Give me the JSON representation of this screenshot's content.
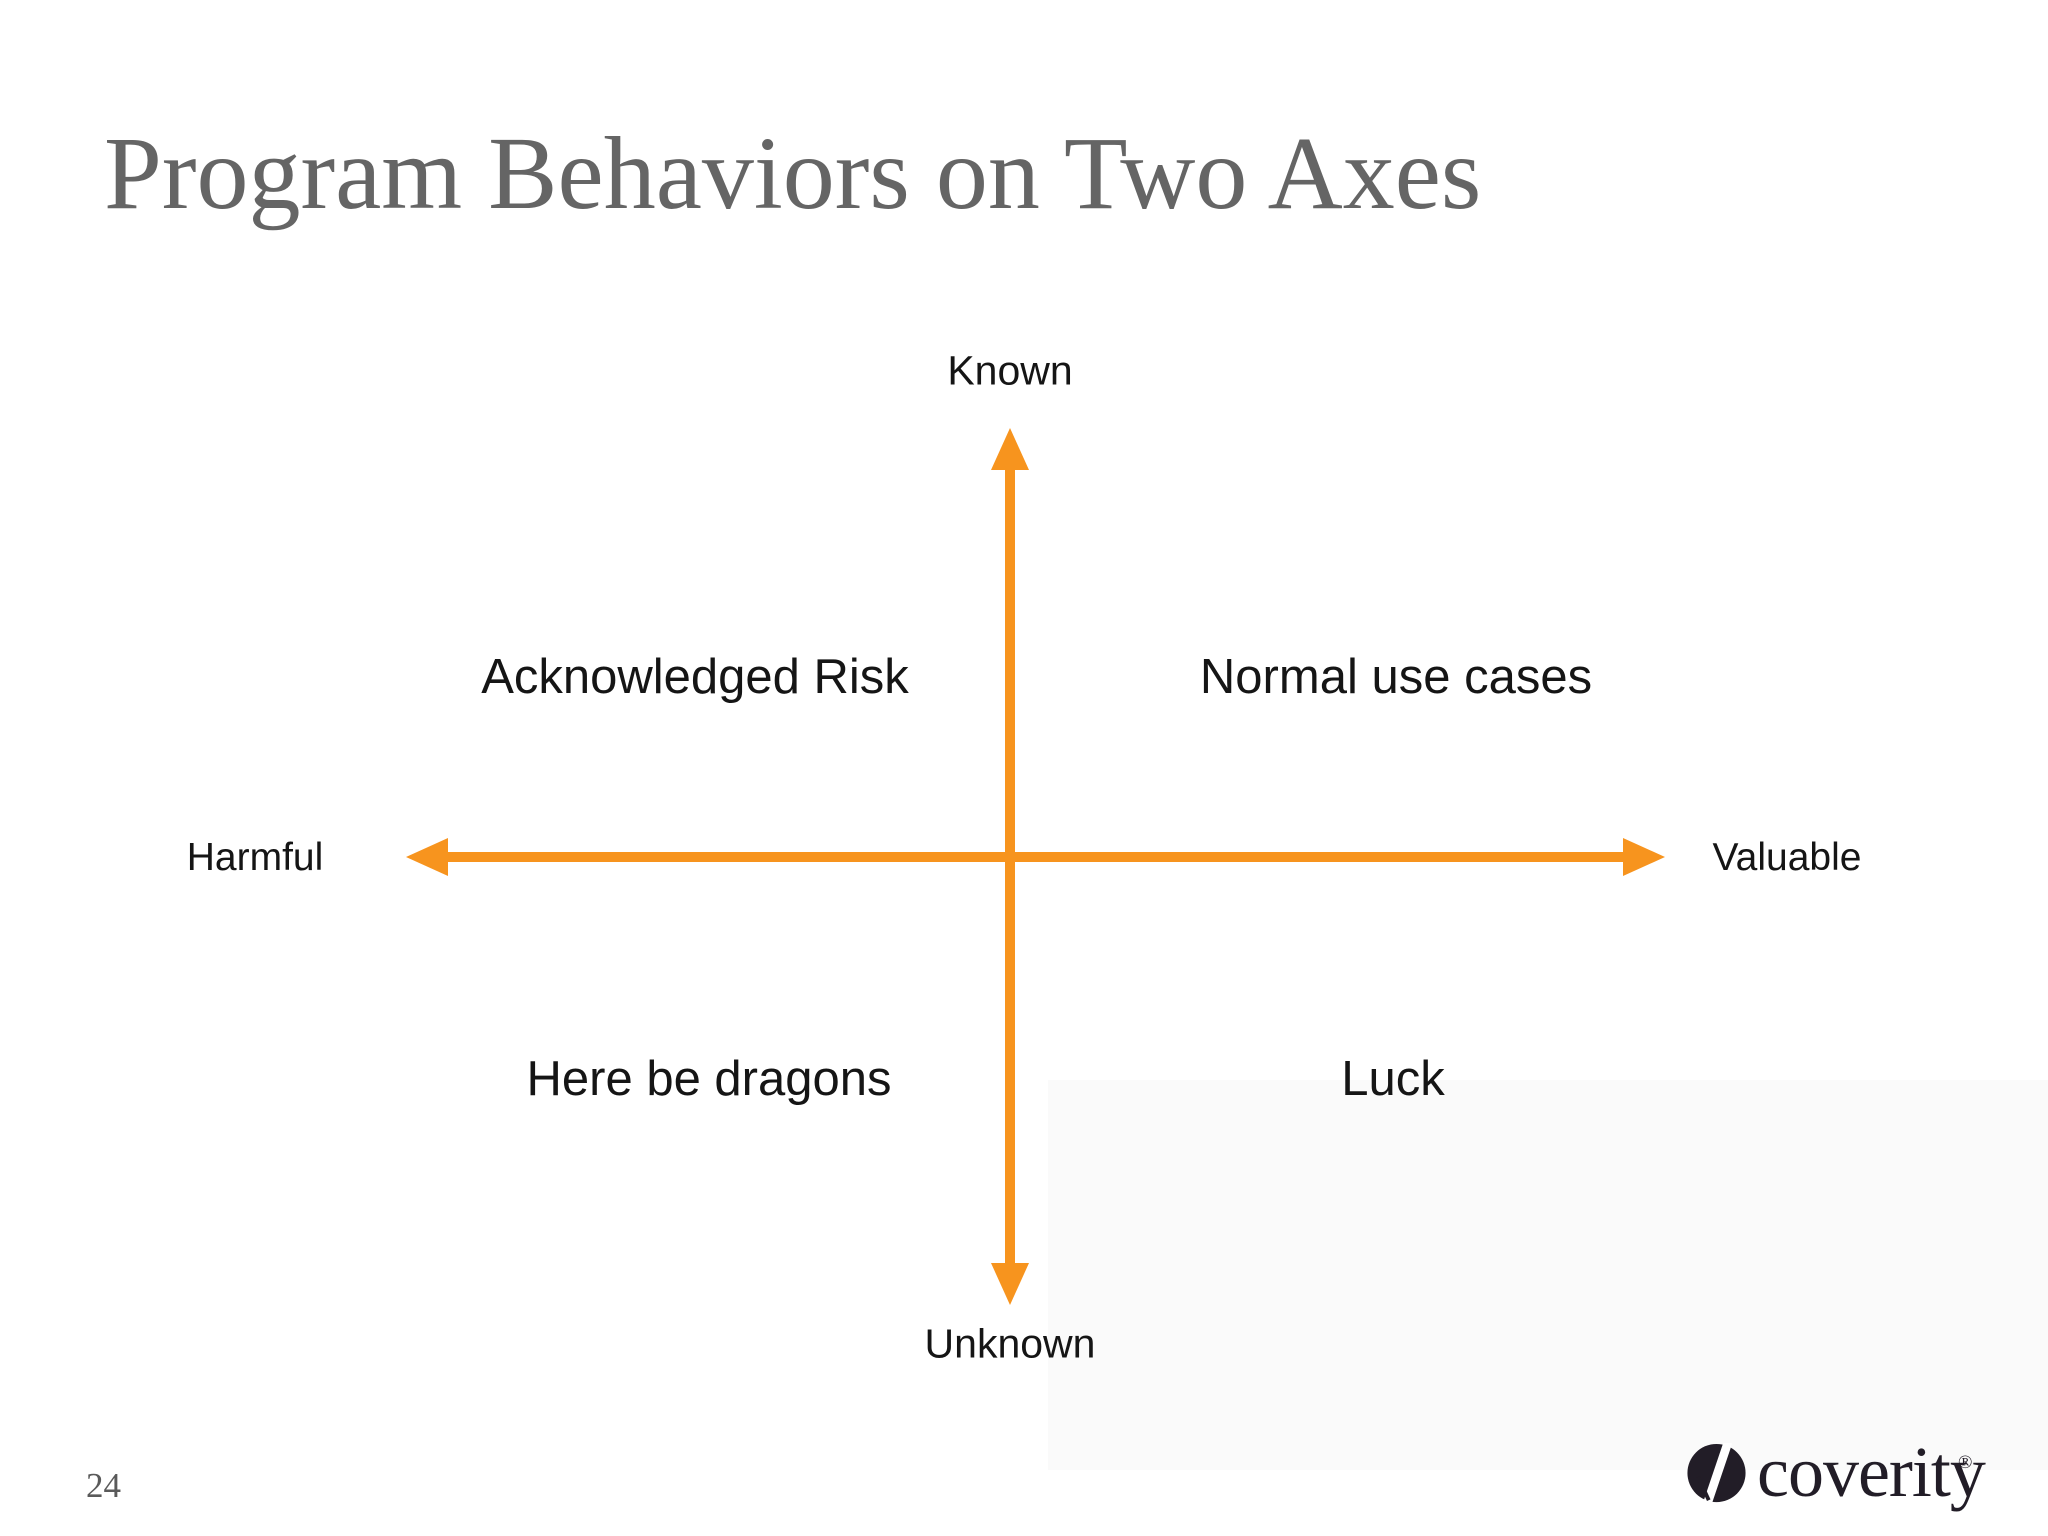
{
  "slide": {
    "title": "Program Behaviors on Two Axes",
    "page_number": "24"
  },
  "diagram": {
    "axes": {
      "top": "Known",
      "bottom": "Unknown",
      "left": "Harmful",
      "right": "Valuable"
    },
    "quadrants": {
      "top_left": "Acknowledged Risk",
      "top_right": "Normal use cases",
      "bottom_left": "Here be dragons",
      "bottom_right": "Luck"
    }
  },
  "footer": {
    "brand": "coverity",
    "trademark": "®"
  },
  "colors": {
    "accent": "#F7941E",
    "title": "#656565",
    "label": "#151515",
    "pagenum": "#5A5A5A",
    "brand": "#221D27"
  }
}
